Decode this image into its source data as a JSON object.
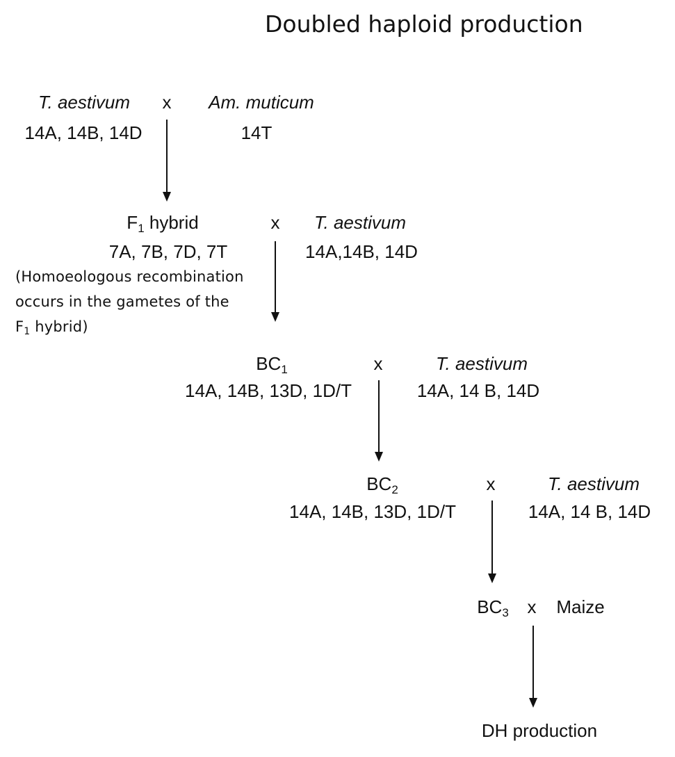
{
  "title": "Doubled haploid production",
  "row1": {
    "parent1_name": "T. aestivum",
    "cross": "x",
    "parent2_name": "Am. muticum",
    "parent1_genome": "14A, 14B, 14D",
    "parent2_genome": "14T"
  },
  "row2": {
    "hybrid_prefix": "F",
    "hybrid_sub": "1",
    "hybrid_suffix": " hybrid",
    "cross": "x",
    "parent_name": "T. aestivum",
    "hybrid_genome": "7A, 7B, 7D, 7T",
    "parent_genome": "14A,14B, 14D",
    "note_line1": "(Homoeologous recombination",
    "note_line2": "occurs in the gametes of the",
    "note_line3_prefix": "F",
    "note_line3_sub": "1",
    "note_line3_suffix": " hybrid)"
  },
  "row3": {
    "gen_prefix": "BC",
    "gen_sub": "1",
    "cross": "x",
    "parent_name": "T. aestivum",
    "gen_genome": "14A, 14B, 13D, 1D/T",
    "parent_genome": "14A, 14 B, 14D"
  },
  "row4": {
    "gen_prefix": "BC",
    "gen_sub": "2",
    "cross": "x",
    "parent_name": "T. aestivum",
    "gen_genome": "14A, 14B, 13D, 1D/T",
    "parent_genome": "14A, 14 B, 14D"
  },
  "row5": {
    "gen_prefix": "BC",
    "gen_sub": "3",
    "cross": "x",
    "parent_name": "Maize"
  },
  "final": "DH production"
}
